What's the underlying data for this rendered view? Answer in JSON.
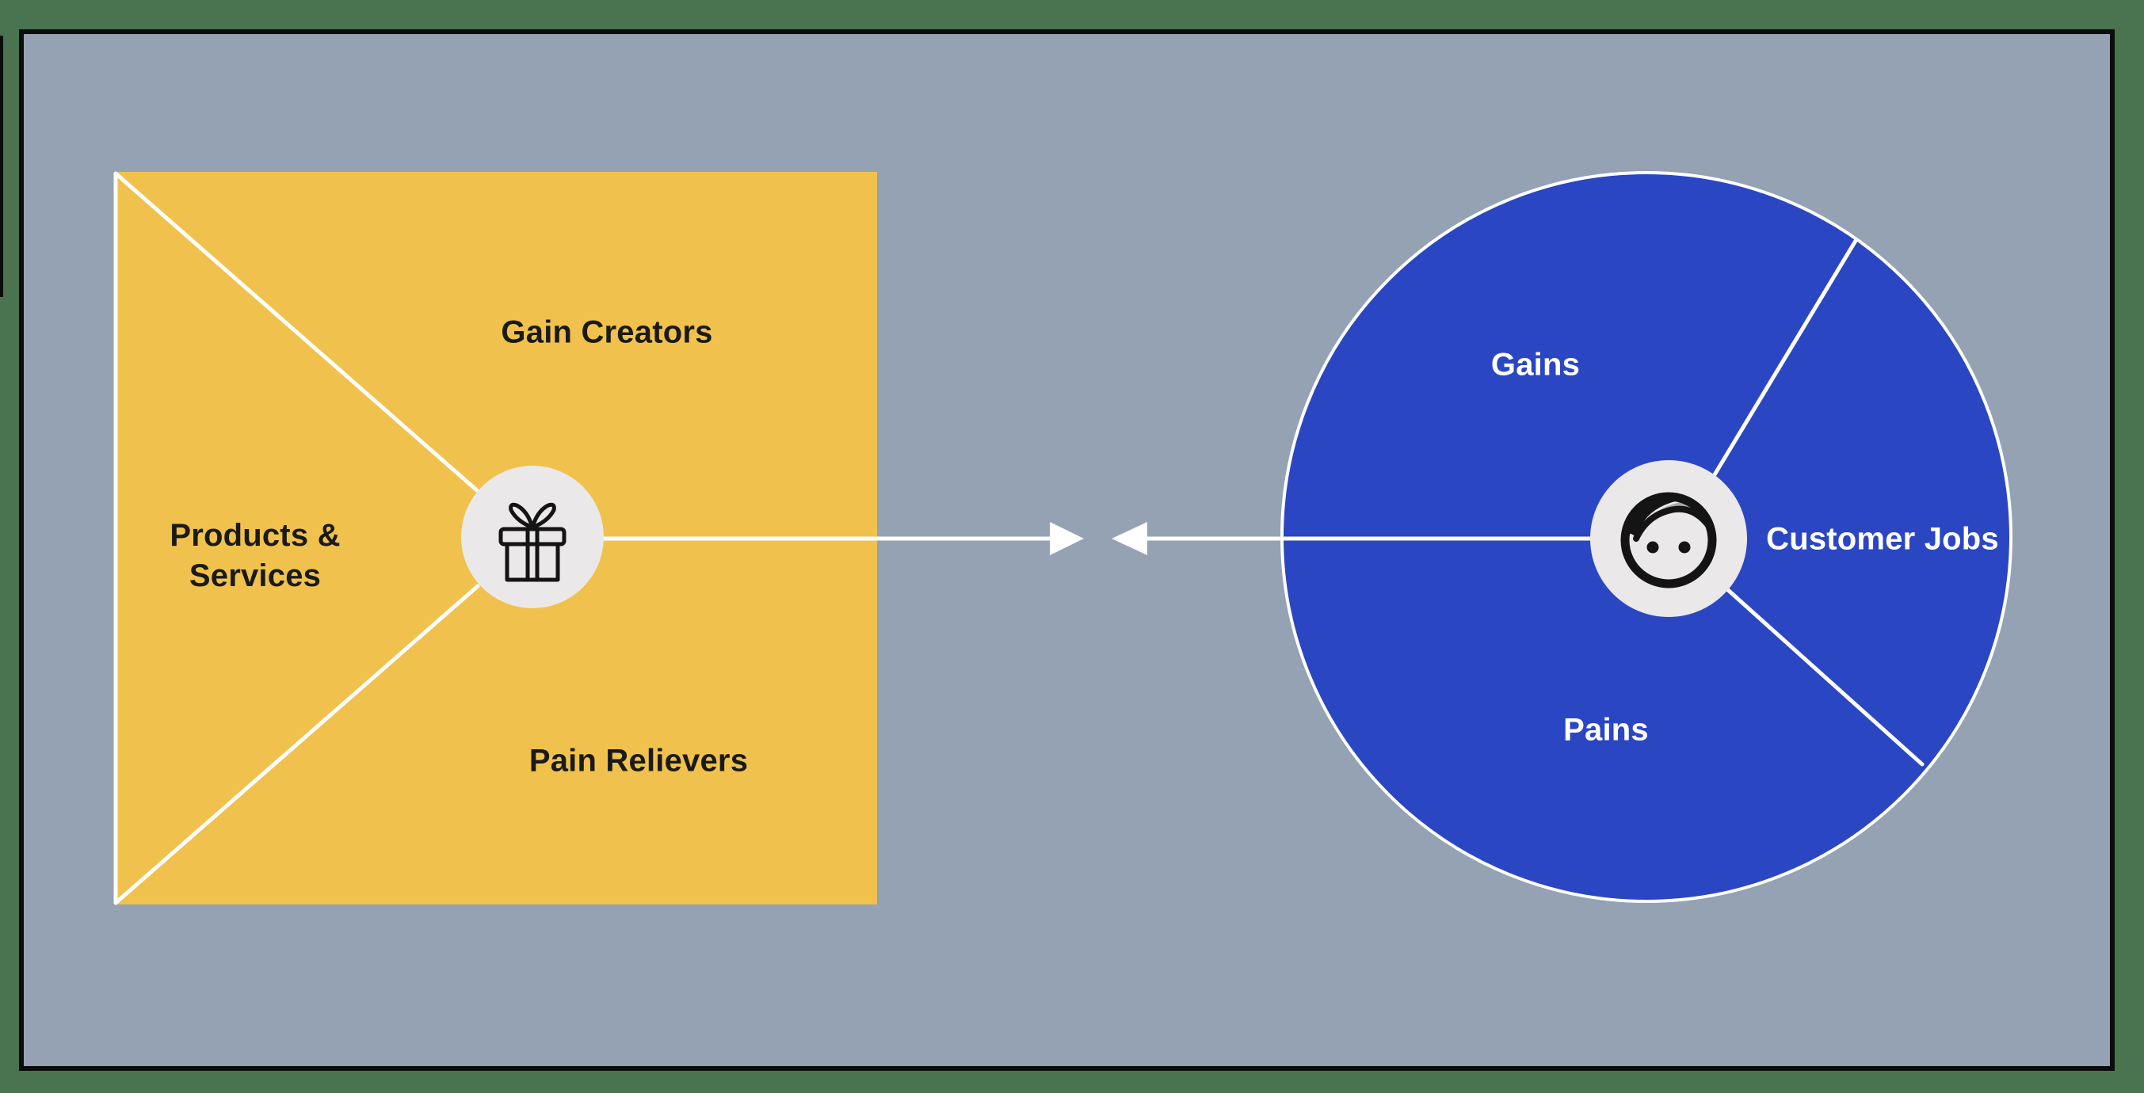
{
  "canvas": {
    "frame_color": "#4a7350",
    "border_color": "#0c0c0c",
    "background_color": "#95a2b4",
    "connector_color": "#ffffff",
    "hub_fill": "#eae8e8"
  },
  "value_map": {
    "shape": "square",
    "fill": "#f0c24d",
    "text_color": "#1a1a1a",
    "center_icon": "gift-icon",
    "sections": {
      "gain_creators": "Gain Creators",
      "products_services": "Products & Services",
      "pain_relievers": "Pain Relievers"
    }
  },
  "customer_profile": {
    "shape": "circle",
    "fill": "#2b46c3",
    "text_color": "#ffffff",
    "icon_hair_gray": "#a8a8a8",
    "icon_stroke": "#141414",
    "center_icon": "face-icon",
    "sections": {
      "gains": "Gains",
      "customer_jobs": "Customer Jobs",
      "pains": "Pains"
    }
  }
}
